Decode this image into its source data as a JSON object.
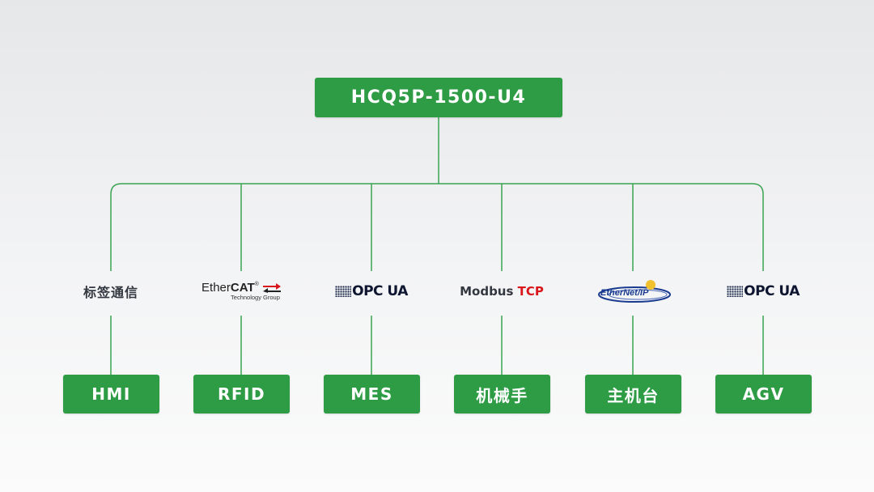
{
  "root": {
    "label": "HCQ5P-1500-U4"
  },
  "protocols": [
    {
      "id": "tag",
      "label": "标签通信"
    },
    {
      "id": "ethercat",
      "main": "Ether",
      "bold": "CAT",
      "reg": "®",
      "sub": "Technology Group"
    },
    {
      "id": "opcua1",
      "label": "OPC UA"
    },
    {
      "id": "modbus",
      "part1": "Modbus",
      "part2": "TCP"
    },
    {
      "id": "ethernetip",
      "label": "EtherNet/IP"
    },
    {
      "id": "opcua2",
      "label": "OPC UA"
    }
  ],
  "devices": [
    {
      "label": "HMI"
    },
    {
      "label": "RFID"
    },
    {
      "label": "MES"
    },
    {
      "label": "机械手"
    },
    {
      "label": "主机台"
    },
    {
      "label": "AGV"
    }
  ],
  "colors": {
    "box": "#2e9b45",
    "line": "#3aa352",
    "modbus_tcp": "#d8161b",
    "ethernetip": "#1a3b8f"
  }
}
